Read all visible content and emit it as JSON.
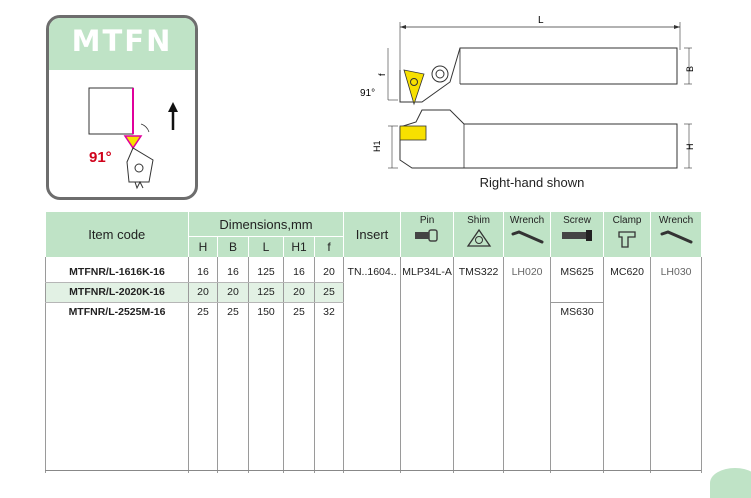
{
  "card": {
    "title": "MTFN",
    "angle_label": "91°"
  },
  "drawing": {
    "length_label": "L",
    "angle_label": "91°",
    "f_label": "f",
    "b_label": "B",
    "h1_label": "H1",
    "h_label": "H",
    "caption": "Right-hand shown"
  },
  "table": {
    "headers": {
      "item_code": "Item code",
      "dimensions": "Dimensions,mm",
      "dim_cols": [
        "H",
        "B",
        "L",
        "H1",
        "f"
      ],
      "insert": "Insert",
      "pin": "Pin",
      "shim": "Shim",
      "wrench1": "Wrench",
      "screw": "Screw",
      "clamp": "Clamp",
      "wrench2": "Wrench"
    },
    "rows": [
      {
        "code": "MTFNR/L-1616K-16",
        "H": "16",
        "B": "16",
        "L": "125",
        "H1": "16",
        "f": "20"
      },
      {
        "code": "MTFNR/L-2020K-16",
        "H": "20",
        "B": "20",
        "L": "125",
        "H1": "20",
        "f": "25"
      },
      {
        "code": "MTFNR/L-2525M-16",
        "H": "25",
        "B": "25",
        "L": "150",
        "H1": "25",
        "f": "32"
      }
    ],
    "parts": {
      "insert": "TN..1604..",
      "pin": "MLP34L-A",
      "shim": "TMS322",
      "wrench1": "LH020",
      "screw1": "MS625",
      "screw2": "MS630",
      "clamp": "MC620",
      "wrench2": "LH030"
    }
  },
  "colors": {
    "accent": "#bfe3c6",
    "highlight_row": "#e2f1e4",
    "angle_red": "#d0021b",
    "insert_yellow": "#f7e000"
  }
}
